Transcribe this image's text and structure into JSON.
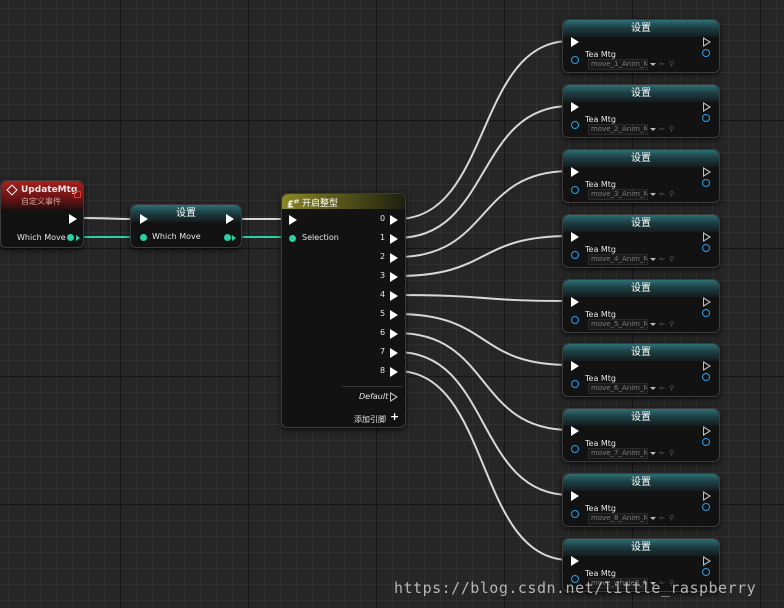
{
  "event_node": {
    "title": "UpdateMtg",
    "subtitle": "自定义事件",
    "output_label": "Which Move"
  },
  "set_node": {
    "title": "设置",
    "pin_label": "Which Move"
  },
  "switch_node": {
    "title": "开启整型",
    "icon": "switch-int-icon",
    "selection_label": "Selection",
    "outputs": [
      "0",
      "1",
      "2",
      "3",
      "4",
      "5",
      "6",
      "7",
      "8"
    ],
    "default_label": "Default",
    "add_pin_label": "添加引脚"
  },
  "teamtg_nodes": [
    {
      "title": "设置",
      "var": "Tea Mtg",
      "value": "move_1_Anim_M"
    },
    {
      "title": "设置",
      "var": "Tea Mtg",
      "value": "move_2_Anim_M"
    },
    {
      "title": "设置",
      "var": "Tea Mtg",
      "value": "move_3_Anim_M"
    },
    {
      "title": "设置",
      "var": "Tea Mtg",
      "value": "move_4_Anim_M"
    },
    {
      "title": "设置",
      "var": "Tea Mtg",
      "value": "move_5_Anim_M"
    },
    {
      "title": "设置",
      "var": "Tea Mtg",
      "value": "move_6_Anim_M"
    },
    {
      "title": "设置",
      "var": "Tea Mtg",
      "value": "move_7_Anim_M"
    },
    {
      "title": "设置",
      "var": "Tea Mtg",
      "value": "move_8_Anim_M"
    },
    {
      "title": "设置",
      "var": "Tea Mtg",
      "value": "move_whole8_An"
    }
  ],
  "watermark": "https://blog.csdn.net/little_raspberry",
  "colors": {
    "exec_wire": "#d8d8d8",
    "int_wire": "#2bd1a4",
    "object_pin": "#2a9fe8",
    "event_header": "#8a1c1c",
    "switch_header": "#7d7a1f",
    "set_header": "#2e6f73"
  }
}
